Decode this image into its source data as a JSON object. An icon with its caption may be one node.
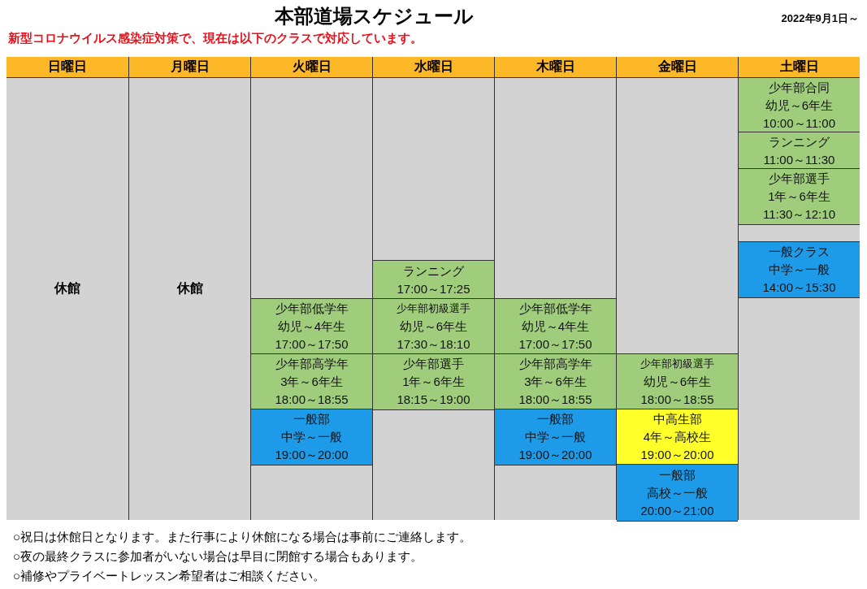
{
  "diagram": {
    "title": "本部道場スケジュール",
    "nodes": [
      {
        "text": [
          "日曜日",
          "休館"
        ]
      },
      {
        "text": [
          "月曜日",
          "休館"
        ]
      },
      {
        "text": [
          "火曜日"
        ]
      },
      {
        "text": [
          "少年部低学年",
          "幼児～4年生",
          "17:00～17:50"
        ],
        "in": 2
      },
      {
        "text": [
          "少年部高学年",
          "3年～6年生",
          "18:00～18:55"
        ],
        "in": 2
      },
      {
        "text": [
          "一般部",
          "中学～一般",
          "19:00～20:00"
        ],
        "in": 2
      },
      {
        "text": [
          "水曜日"
        ]
      },
      {
        "text": [
          "ランニング",
          "17:00～17:25"
        ],
        "in": 6
      },
      {
        "text": [
          "少年部初級選手",
          "幼児～6年生",
          "17:30～18:10"
        ],
        "in": 6
      },
      {
        "text": [
          "少年部選手",
          "1年～6年生",
          "18:15～19:00"
        ],
        "in": 6
      },
      {
        "text": [
          "木曜日"
        ]
      },
      {
        "text": [
          "少年部低学年",
          "幼児～4年生",
          "17:00～17:50"
        ],
        "in": 10
      },
      {
        "text": [
          "少年部高学年",
          "3年～6年生",
          "18:00～18:55"
        ],
        "in": 10
      },
      {
        "text": [
          "一般部",
          "中学～一般",
          "19:00～20:00"
        ],
        "in": 10
      },
      {
        "text": [
          "金曜日"
        ]
      },
      {
        "text": [
          "少年部初級選手",
          "幼児～6年生",
          "18:00～18:55"
        ],
        "in": 14
      },
      {
        "text": [
          "中高生部",
          "4年～高校生",
          "19:00～20:00"
        ],
        "in": 14
      },
      {
        "text": [
          "一般部",
          "高校～一般",
          "20:00～21:00"
        ],
        "in": 14
      },
      {
        "text": [
          "土曜日"
        ]
      },
      {
        "text": [
          "少年部合同",
          "幼児～6年生",
          "10:00～11:00"
        ],
        "in": 18
      },
      {
        "text": [
          "ランニング",
          "11:00～11:30"
        ],
        "in": 18
      },
      {
        "text": [
          "少年部選手",
          "1年～6年生",
          "11:30～12:10"
        ],
        "in": 18
      },
      {
        "text": [
          "一般クラス",
          "中学～一般",
          "14:00～15:30"
        ],
        "in": 18
      }
    ],
    "labels": [
      "2022年9月1日～",
      "新型コロナウイルス感染症対策で、現在は以下のクラスで対応しています。",
      "○祝日は休館日となります。また行事により休館になる場合は事前にご連絡します。",
      "○夜の最終クラスに参加者がいない場合は早目に閉館する場合もあります。",
      "○補修やプライベートレッスン希望者はご相談ください。"
    ]
  }
}
